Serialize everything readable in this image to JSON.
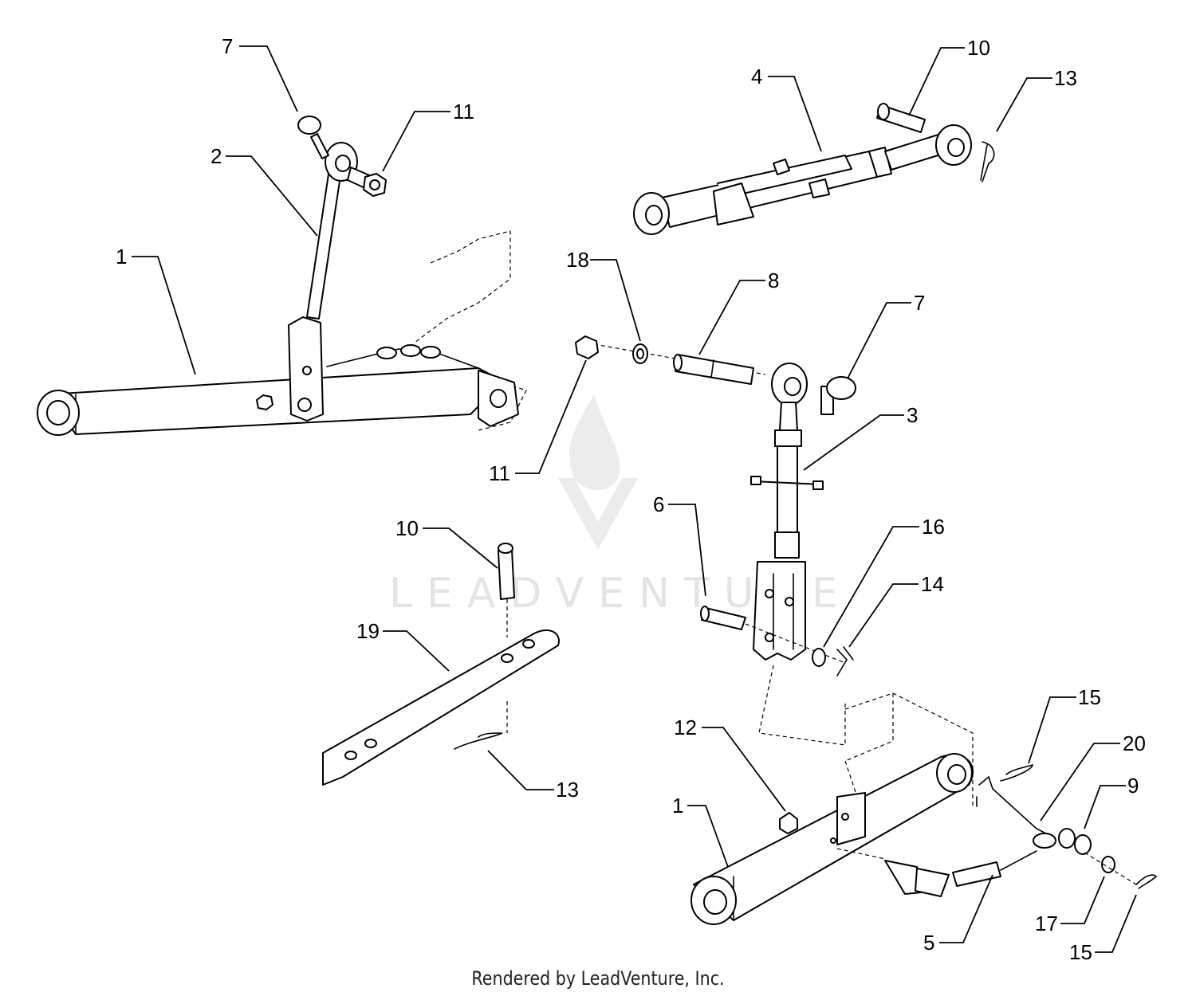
{
  "watermark": "LEADVENTURE",
  "footer": "Rendered by LeadVenture, Inc.",
  "callouts": {
    "c7a": "7",
    "c11a": "11",
    "c2": "2",
    "c1a": "1",
    "c4": "4",
    "c10a": "10",
    "c13a": "13",
    "c18": "18",
    "c8": "8",
    "c7b": "7",
    "c11b": "11",
    "c3": "3",
    "c6": "6",
    "c16": "16",
    "c14": "14",
    "c10b": "10",
    "c19": "19",
    "c13b": "13",
    "c15a": "15",
    "c20": "20",
    "c12": "12",
    "c9": "9",
    "c1b": "1",
    "c17": "17",
    "c5": "5",
    "c15b": "15"
  },
  "colors": {
    "line": "#000000",
    "watermark": "#e4e4e4",
    "background": "#ffffff"
  }
}
